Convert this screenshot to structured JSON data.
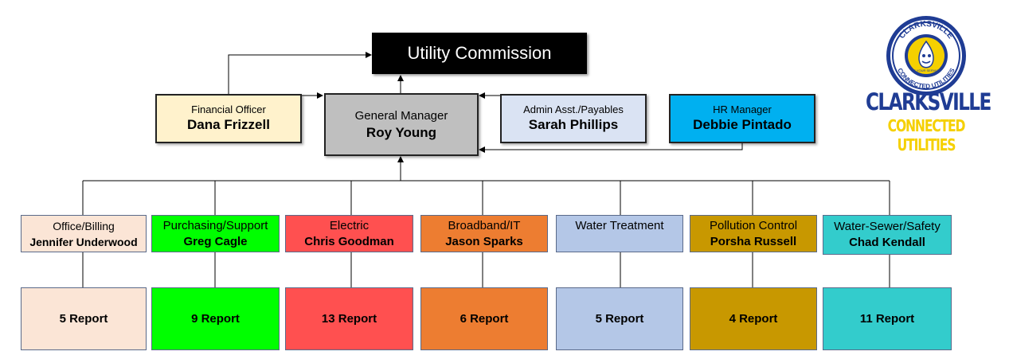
{
  "commission": {
    "title": "Utility Commission"
  },
  "management": [
    {
      "role": "Financial Officer",
      "name": "Dana Frizzell",
      "color": "#fff2cc"
    },
    {
      "role": "General Manager",
      "name": "Roy Young",
      "color": "#bfbfbf"
    },
    {
      "role": "Admin Asst./Payables",
      "name": "Sarah Phillips",
      "color": "#dae3f3"
    },
    {
      "role": "HR Manager",
      "name": "Debbie Pintado",
      "color": "#00b0f0"
    }
  ],
  "departments": [
    {
      "dept": "Office/Billing",
      "head": "Jennifer Underwood",
      "report": "5 Report",
      "color": "#fbe5d6",
      "text_color": "#000000"
    },
    {
      "dept": "Purchasing/Support",
      "head": "Greg Cagle",
      "report": "9 Report",
      "color": "#00ff00",
      "text_color": "#000000"
    },
    {
      "dept": "Electric",
      "head": "Chris Goodman",
      "report": "13 Report",
      "color": "#ff5050",
      "text_color": "#000000"
    },
    {
      "dept": "Broadband/IT",
      "head": "Jason Sparks",
      "report": "6 Report",
      "color": "#ed7d31",
      "text_color": "#000000"
    },
    {
      "dept": "Water Treatment",
      "head": "",
      "report": "5 Report",
      "color": "#b4c7e7",
      "text_color": "#000000"
    },
    {
      "dept": "Pollution Control",
      "head": "Porsha Russell",
      "report": "4 Report",
      "color": "#c89800",
      "text_color": "#000000"
    },
    {
      "dept": "Water-Sewer/Safety",
      "head": "Chad Kendall",
      "report": "11 Report",
      "color": "#33cccc",
      "text_color": "#000000"
    }
  ],
  "logo": {
    "top_text": "CLARKSVILLE",
    "ring_bottom": "CONNECTED UTILITIES",
    "tagline": "AT YOUR SERVICE",
    "word1": "CLARKSVILLE",
    "word2": "CONNECTED UTILITIES",
    "blue": "#1f3c94",
    "yellow": "#f5d000"
  }
}
